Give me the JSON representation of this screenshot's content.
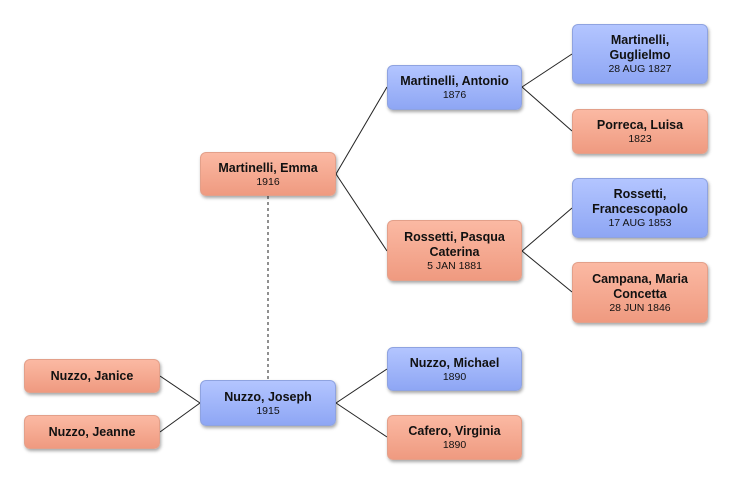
{
  "people": {
    "emma": {
      "name": "Martinelli, Emma",
      "date": "1916",
      "sex": "female"
    },
    "antonio": {
      "name": "Martinelli, Antonio",
      "date": "1876",
      "sex": "male"
    },
    "pasqua": {
      "name": "Rossetti, Pasqua Caterina",
      "date": "5 JAN 1881",
      "sex": "female"
    },
    "guglielmo": {
      "name": "Martinelli, Guglielmo",
      "date": "28 AUG 1827",
      "sex": "male"
    },
    "luisa": {
      "name": "Porreca, Luisa",
      "date": "1823",
      "sex": "female"
    },
    "francesco": {
      "name": "Rossetti, Francescopaolo",
      "date": "17 AUG 1853",
      "sex": "male"
    },
    "maria": {
      "name": "Campana, Maria Concetta",
      "date": "28 JUN 1846",
      "sex": "female"
    },
    "joseph": {
      "name": "Nuzzo, Joseph",
      "date": "1915",
      "sex": "male"
    },
    "michael": {
      "name": "Nuzzo, Michael",
      "date": "1890",
      "sex": "male"
    },
    "virginia": {
      "name": "Cafero, Virginia",
      "date": "1890",
      "sex": "female"
    },
    "janice": {
      "name": "Nuzzo, Janice",
      "date": "",
      "sex": "female"
    },
    "jeanne": {
      "name": "Nuzzo, Jeanne",
      "date": "",
      "sex": "female"
    }
  },
  "colors": {
    "male_fill": "#9fb4fb",
    "female_fill": "#f6a98f",
    "line": "#222222",
    "spouse_line": "#555555"
  }
}
